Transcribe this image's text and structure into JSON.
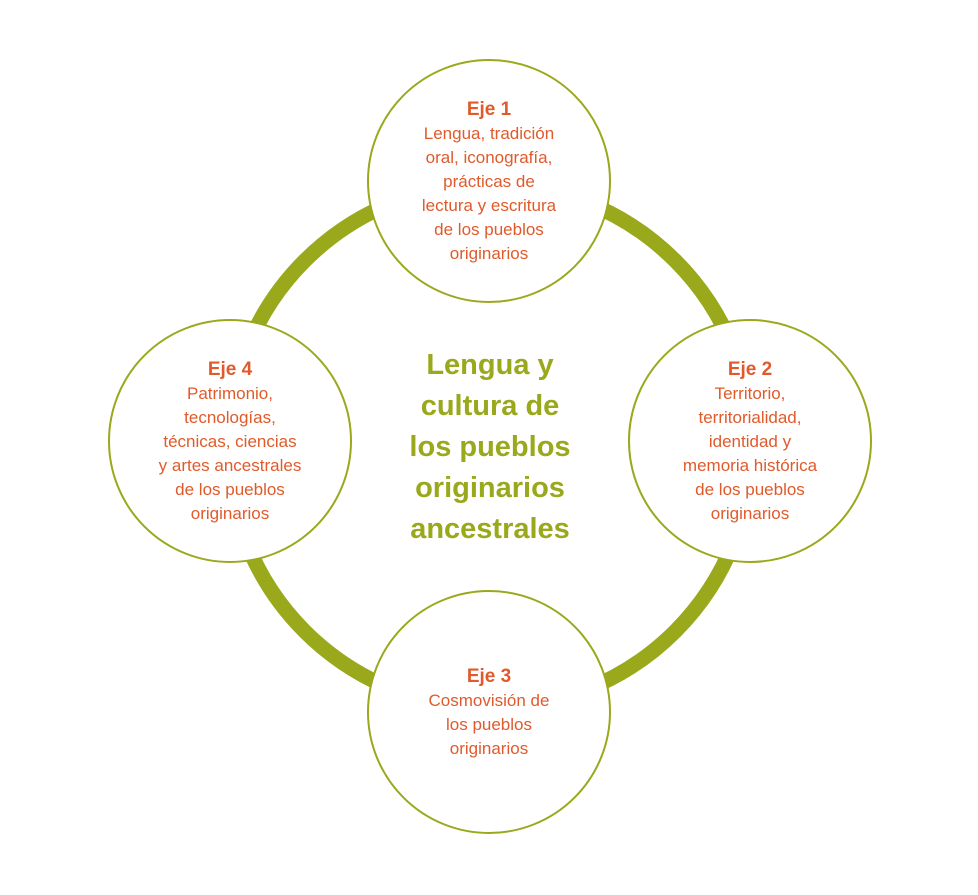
{
  "colors": {
    "accent_green": "#9aa81c",
    "text_orange": "#e05a2b"
  },
  "center_title": "Lengua y\ncultura de\nlos pueblos\noriginarios\nancestrales",
  "axes": [
    {
      "title": "Eje 1",
      "description": "Lengua, tradición\noral, iconografía,\nprácticas de\nlectura y escritura\nde los pueblos\noriginarios"
    },
    {
      "title": "Eje 2",
      "description": "Territorio,\nterritorialidad,\nidentidad y\nmemoria histórica\nde los pueblos\noriginarios"
    },
    {
      "title": "Eje 3",
      "description": "Cosmovisión de\nlos pueblos\noriginarios"
    },
    {
      "title": "Eje 4",
      "description": "Patrimonio,\ntecnologías,\ntécnicas, ciencias\ny artes ancestrales\nde los pueblos\noriginarios"
    }
  ]
}
